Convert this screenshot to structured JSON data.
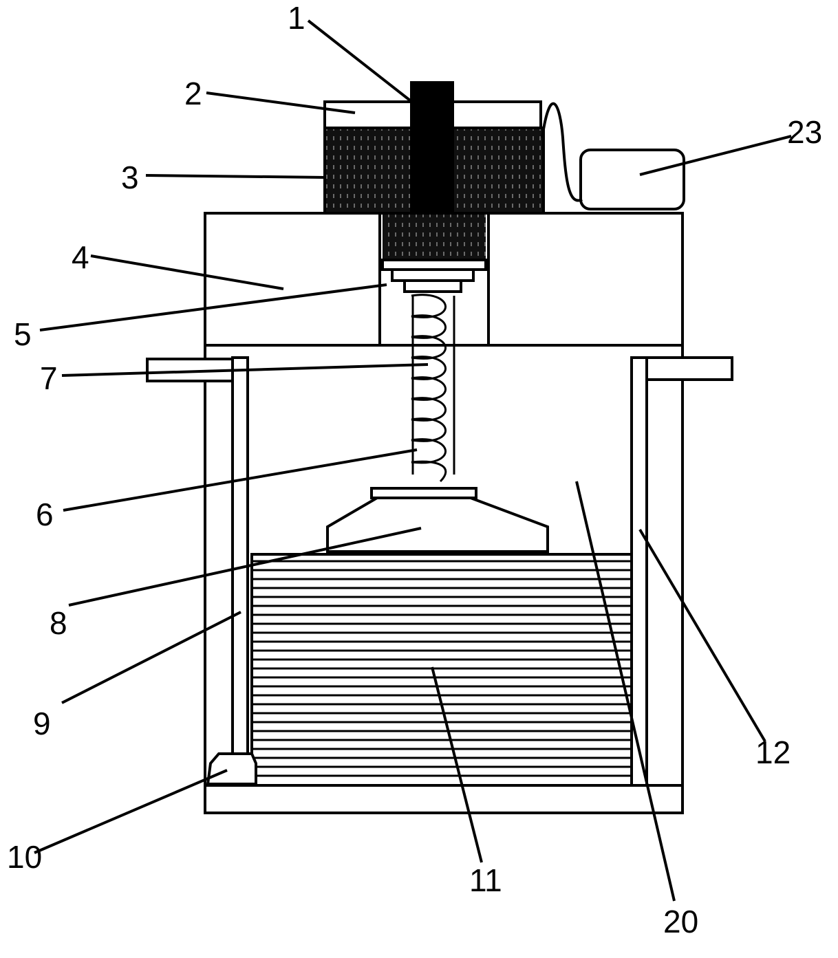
{
  "labels": {
    "l1": "1",
    "l2": "2",
    "l3": "3",
    "l4": "4",
    "l5": "5",
    "l6": "6",
    "l7": "7",
    "l8": "8",
    "l9": "9",
    "l10": "10",
    "l11": "11",
    "l12": "12",
    "l20": "20",
    "l23": "23"
  }
}
